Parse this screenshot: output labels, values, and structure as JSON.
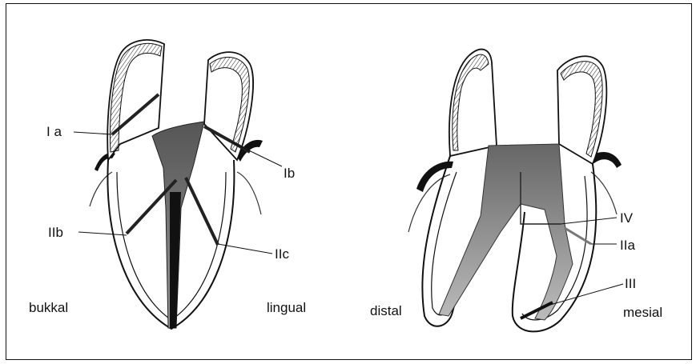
{
  "figure": {
    "left_tooth": {
      "side_labels": {
        "buccal": "bukkal",
        "lingual": "lingual"
      },
      "fracture_labels": {
        "ia": "I a",
        "ib": "Ib",
        "iib": "IIb",
        "iic": "IIc"
      }
    },
    "right_tooth": {
      "side_labels": {
        "distal": "distal",
        "mesial": "mesial"
      },
      "fracture_labels": {
        "iv": "IV",
        "iia": "IIa",
        "iii": "III"
      }
    }
  }
}
